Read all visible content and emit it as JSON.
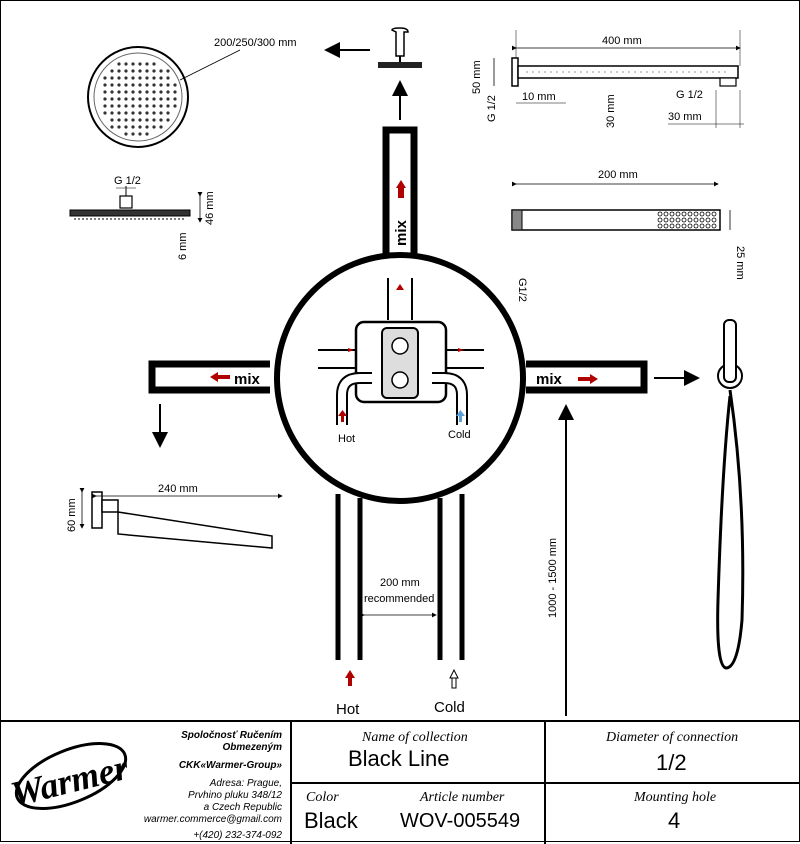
{
  "drawing": {
    "dims": {
      "head_diameter": "200/250/300 mm",
      "arm_length": "400 mm",
      "arm_height": "50 mm",
      "arm_thread_left": "G 1/2",
      "arm_10": "10 mm",
      "arm_30_center": "30 mm",
      "arm_thread_right": "G 1/2",
      "arm_30_right": "30 mm",
      "head_thread": "G 1/2",
      "head_46": "46 mm",
      "head_6": "6 mm",
      "hand_length": "200 mm",
      "hand_thread": "G1/2",
      "hand_25": "25 mm",
      "spout_length": "240 mm",
      "spout_height": "60 mm",
      "pipe_spacing": "200 mm",
      "pipe_spacing_note": "recommended",
      "holder_height": "1000 - 1500 mm"
    },
    "mix_top": "mix",
    "mix_left": "mix",
    "mix_right": "mix",
    "valve_hot": "Hot",
    "valve_cold": "Cold",
    "supply_hot": "Hot",
    "supply_cold": "Cold",
    "colors": {
      "hot": "#b00000",
      "cold": "#5aa0d8",
      "line": "#000000"
    }
  },
  "title_block": {
    "company": {
      "line1": "Spoločnosť Ručením Obmezeným",
      "line2": "CKK«Warmer-Group»",
      "line3": "Adresa: Prague,",
      "line4": "Prvhino pluku 348/12",
      "line5": "a Czech Republic",
      "email": "warmer.commerce@gmail.com",
      "phone": "+(420) 232-374-092"
    },
    "logo_text": "Warmer",
    "collection_label": "Name of collection",
    "collection_value": "Black Line",
    "diameter_label": "Diameter of connection",
    "diameter_value": "1/2",
    "color_label": "Color",
    "color_value": "Black",
    "article_label": "Article number",
    "article_value": "WOV-005549",
    "mounting_label": "Mounting hole",
    "mounting_value": "4"
  }
}
